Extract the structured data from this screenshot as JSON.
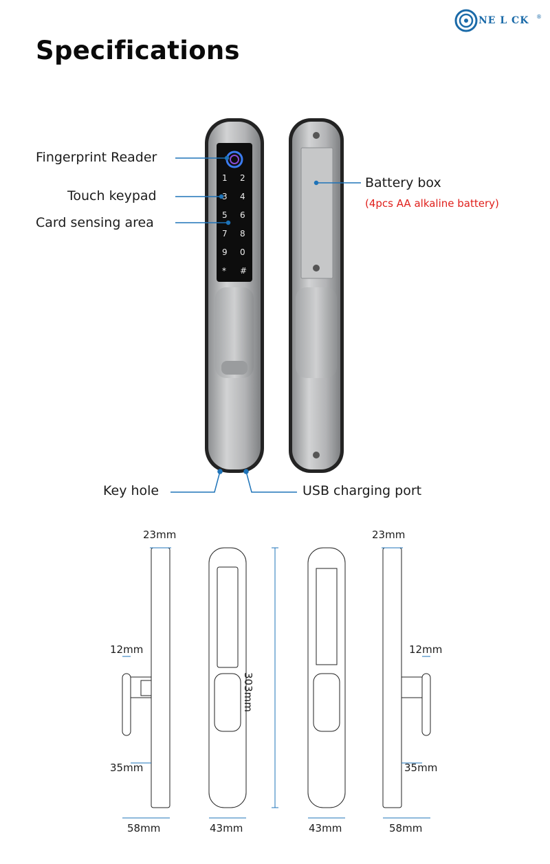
{
  "title": "Specifications",
  "brand": {
    "logo_text": "NE L CK",
    "registered": "®"
  },
  "callouts": {
    "fingerprint": "Fingerprint Reader",
    "keypad": "Touch keypad",
    "card": "Card sensing area",
    "battery_box": "Battery box",
    "battery_note": "(4pcs AA alkaline battery)",
    "key_hole": "Key hole",
    "usb": "USB charging port"
  },
  "keypad": {
    "keys": [
      "1",
      "2",
      "3",
      "4",
      "5",
      "6",
      "7",
      "8",
      "9",
      "0",
      "*",
      "#"
    ]
  },
  "dimensions": {
    "left_depth": "23mm",
    "right_depth": "23mm",
    "left_handle_gap": "12mm",
    "right_handle_gap": "12mm",
    "left_lower": "35mm",
    "right_lower": "35mm",
    "height": "303mm",
    "left_side_width": "58mm",
    "front_width": "43mm",
    "back_width": "43mm",
    "right_side_width": "58mm"
  },
  "colors": {
    "accent_red": "#e0201c",
    "leader_blue": "#1e73b8",
    "metal": "#b9babb"
  }
}
